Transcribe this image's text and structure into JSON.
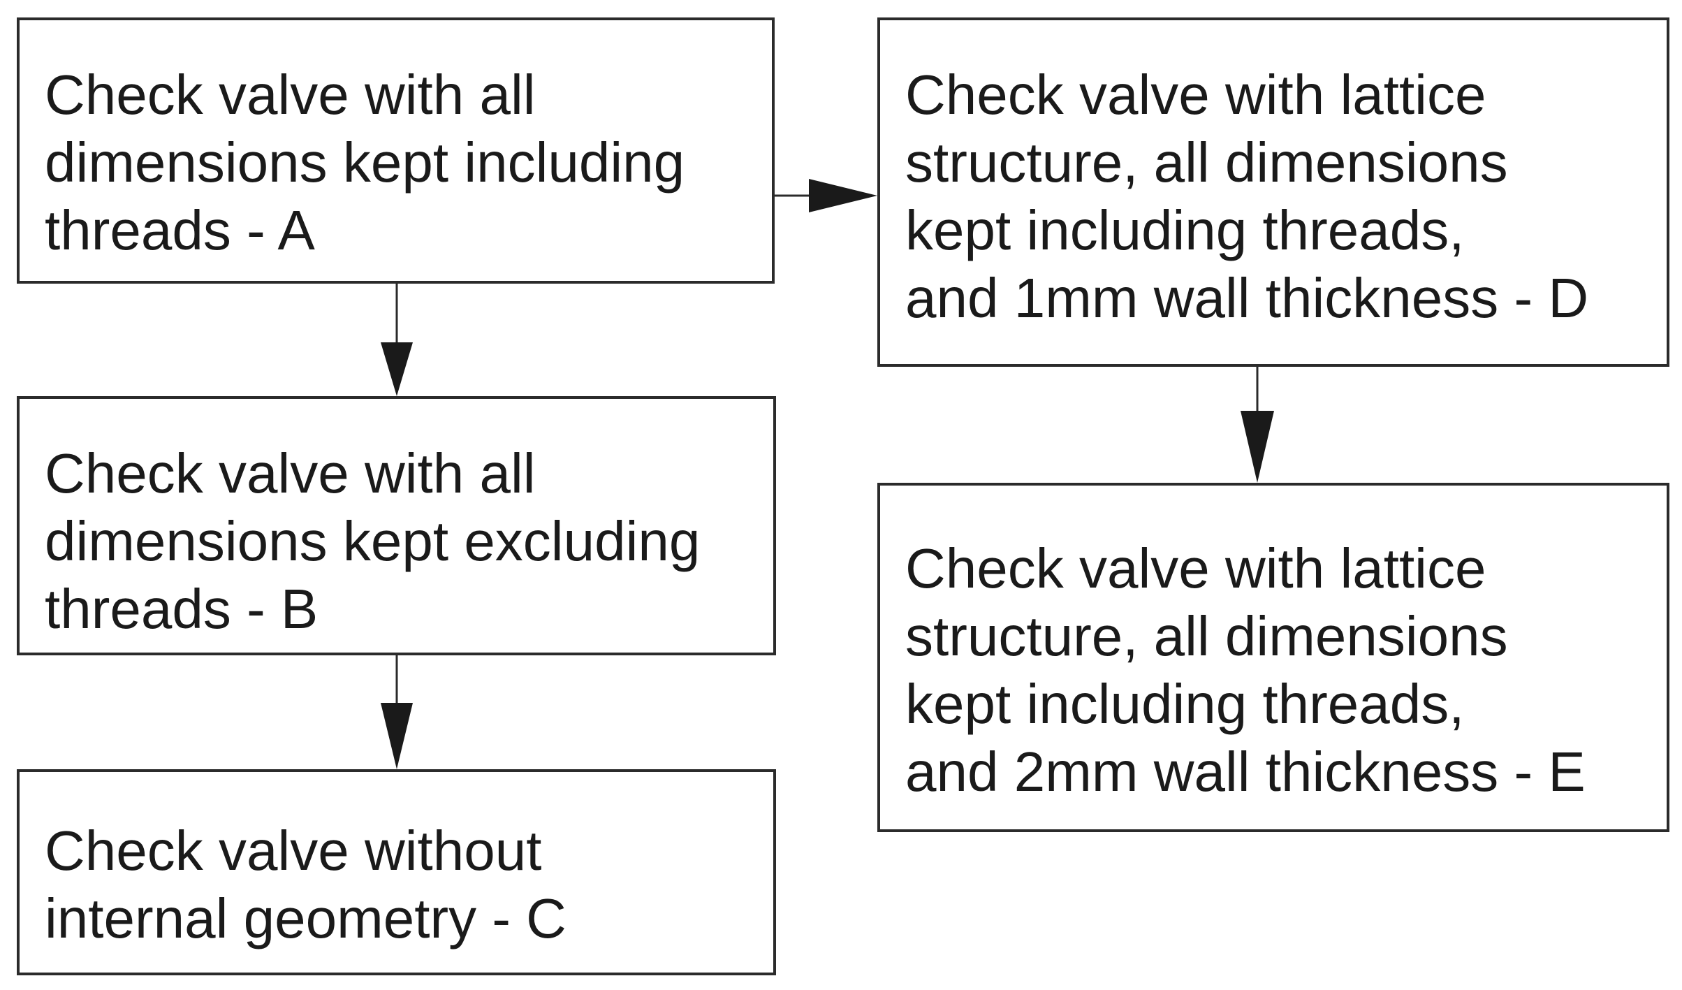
{
  "diagram": {
    "nodes": {
      "a": {
        "label": "Check valve with all\ndimensions kept including\nthreads - A"
      },
      "b": {
        "label": "Check valve with all\ndimensions kept excluding\nthreads - B"
      },
      "c": {
        "label": "Check valve without\ninternal geometry - C"
      },
      "d": {
        "label": "Check valve with lattice\nstructure, all dimensions\nkept including threads,\nand 1mm wall thickness - D"
      },
      "e": {
        "label": "Check valve with lattice\nstructure, all dimensions\nkept including threads,\nand 2mm wall thickness - E"
      }
    },
    "edges": [
      {
        "from": "A",
        "to": "B"
      },
      {
        "from": "B",
        "to": "C"
      },
      {
        "from": "A",
        "to": "D"
      },
      {
        "from": "D",
        "to": "E"
      }
    ]
  },
  "colors": {
    "border": "#2b2b2b",
    "text": "#1a1a1a",
    "arrow": "#1a1a1a",
    "background": "#ffffff"
  }
}
